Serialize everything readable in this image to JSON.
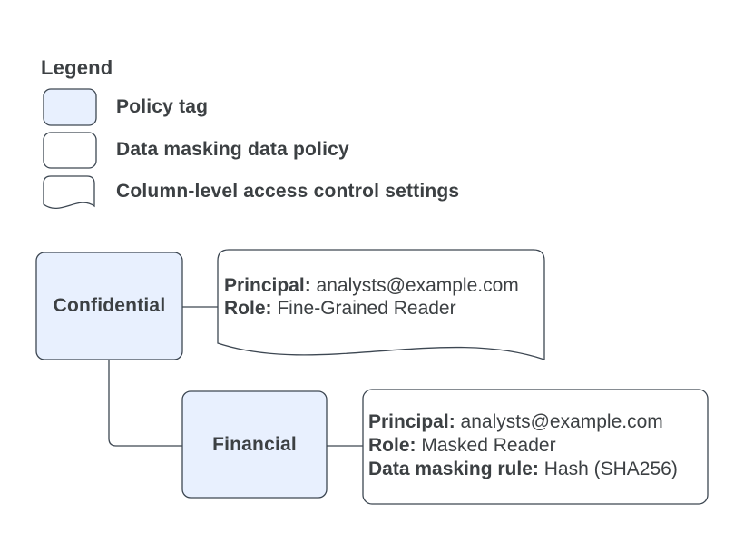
{
  "colors": {
    "background": "#ffffff",
    "node_fill": "#e8f0fe",
    "stroke": "#3d4752",
    "text": "#3c4043"
  },
  "legend": {
    "title": "Legend",
    "items": [
      {
        "swatch": "policy-tag-swatch",
        "label": "Policy tag"
      },
      {
        "swatch": "data-masking-policy-swatch",
        "label": "Data masking data policy"
      },
      {
        "swatch": "column-access-settings-swatch",
        "label": "Column-level access control settings"
      }
    ]
  },
  "nodes": {
    "confidential": {
      "label": "Confidential"
    },
    "financial": {
      "label": "Financial"
    },
    "access_settings": {
      "lines": [
        {
          "label": "Principal:",
          "value": "analysts@example.com"
        },
        {
          "label": "Role:",
          "value": "Fine-Grained Reader"
        }
      ]
    },
    "masking_policy": {
      "lines": [
        {
          "label": "Principal:",
          "value": "analysts@example.com"
        },
        {
          "label": "Role:",
          "value": "Masked Reader"
        },
        {
          "label": "Data masking rule:",
          "value": "Hash (SHA256)"
        }
      ]
    }
  }
}
